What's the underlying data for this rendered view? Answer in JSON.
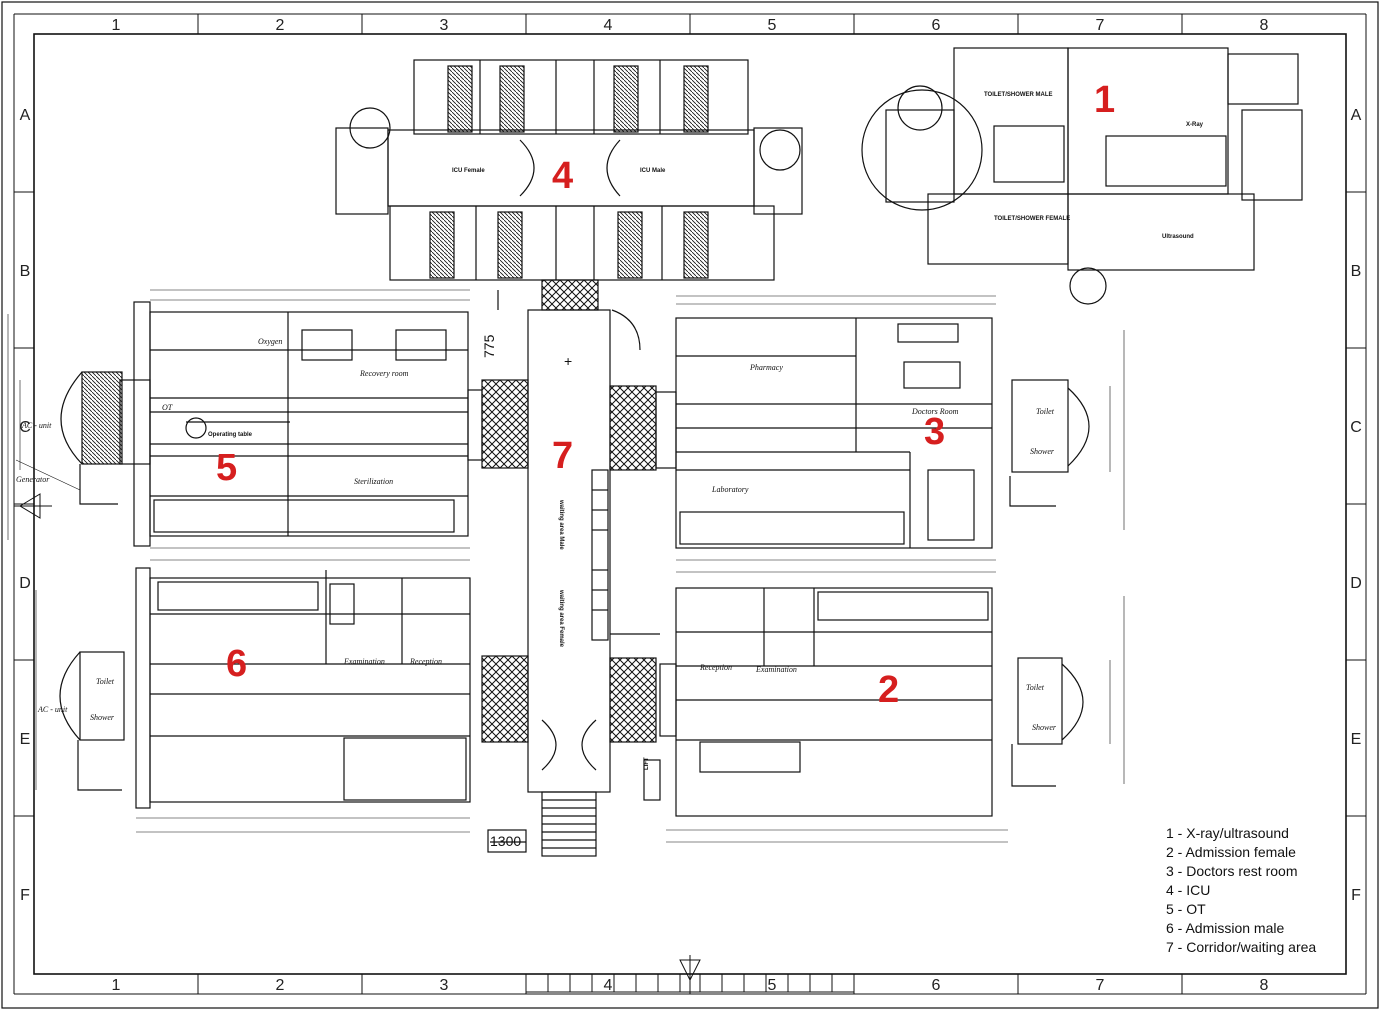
{
  "grid": {
    "columns": [
      "1",
      "2",
      "3",
      "4",
      "5",
      "6",
      "7",
      "8"
    ],
    "rows": [
      "A",
      "B",
      "C",
      "D",
      "E",
      "F"
    ]
  },
  "room_numbers": [
    "1",
    "2",
    "3",
    "4",
    "5",
    "6",
    "7"
  ],
  "legend": [
    "1 - X-ray/ultrasound",
    "2 - Admission female",
    "3 - Doctors rest room",
    "4 - ICU",
    "5 - OT",
    "6 - Admission male",
    "7 - Corridor/waiting area"
  ],
  "labels": {
    "icu_female": "ICU Female",
    "icu_male": "ICU Male",
    "xray": "X-Ray",
    "ultrasound": "Ultrasound",
    "toilet_male": "TOILET/SHOWER MALE",
    "toilet_female": "TOILET/SHOWER FEMALE",
    "oxygen": "Oxygen",
    "recovery": "Recovery room",
    "ot": "OT",
    "operating_table": "Operating table",
    "sterilization": "Sterilization",
    "ac_unit": "AC - unit",
    "generator": "Generator",
    "pharmacy": "Pharmacy",
    "doctors_room": "Doctors Room",
    "laboratory": "Laboratory",
    "toilet": "Toilet",
    "shower": "Shower",
    "examination": "Examination",
    "reception": "Reception",
    "waiting_male": "waiting area Male",
    "waiting_female": "waiting area Female",
    "lift": "LIFT"
  },
  "dimensions": {
    "d775": "775",
    "d1300": "1300"
  },
  "colors": {
    "line": "#111111",
    "room_number": "#d61f1f"
  }
}
